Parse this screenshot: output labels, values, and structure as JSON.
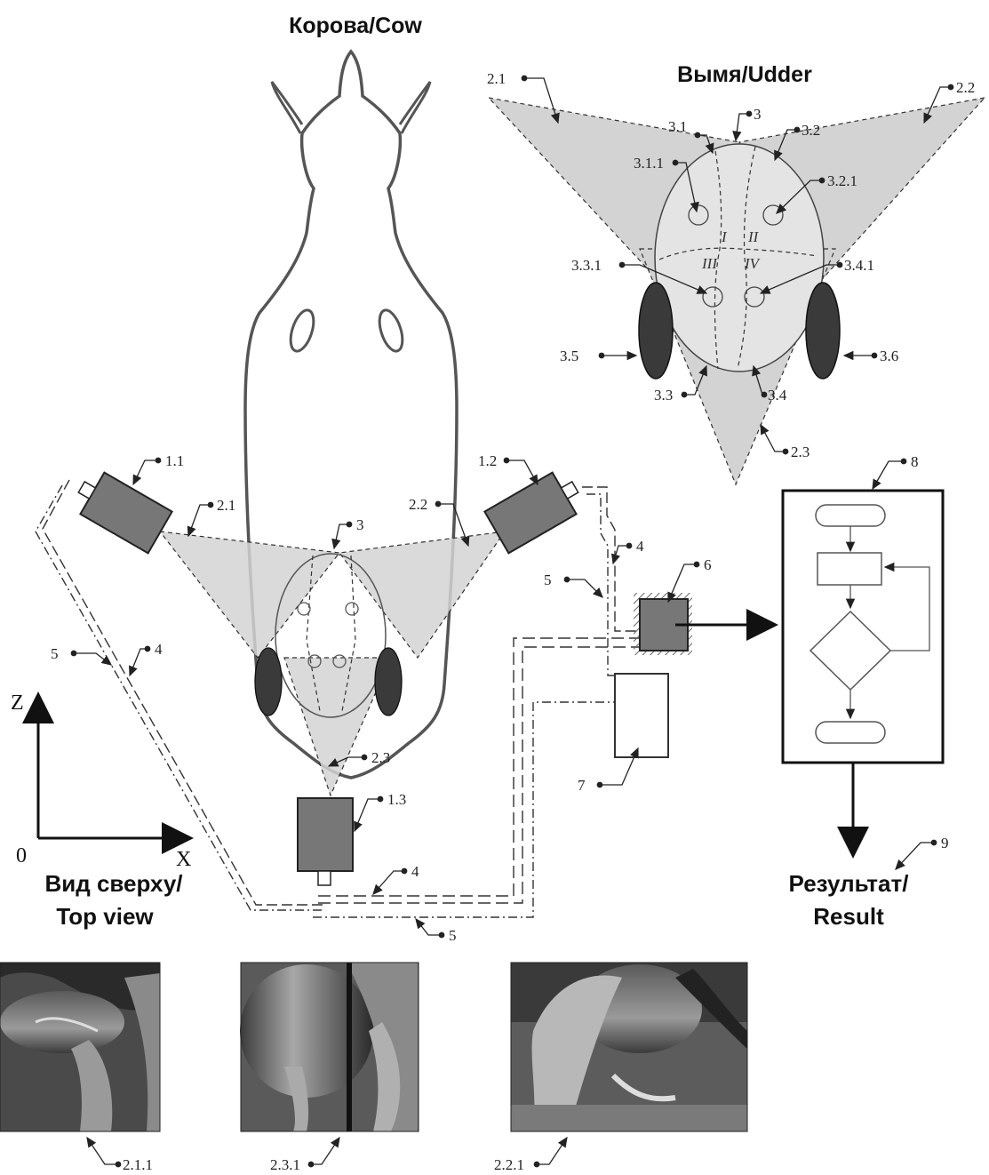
{
  "titles": {
    "cow": "Корова/Cow",
    "udder": "Вымя/Udder",
    "top_view_line1": "Вид сверху/",
    "top_view_line2": "Top view",
    "result_line1": "Результат/",
    "result_line2": "Result"
  },
  "axes": {
    "z": "Z",
    "x": "X",
    "origin": "0"
  },
  "udder_quarters": [
    "I",
    "II",
    "III",
    "IV"
  ],
  "labels": {
    "u_2_1": "2.1",
    "u_2_2": "2.2",
    "u_3_1": "3.1",
    "u_3": "3",
    "u_3_2": "3.2",
    "u_3_1_1": "3.1.1",
    "u_3_2_1": "3.2.1",
    "u_3_3_1": "3.3.1",
    "u_3_4_1": "3.4.1",
    "u_3_5": "3.5",
    "u_3_6": "3.6",
    "u_3_3": "3.3",
    "u_3_4": "3.4",
    "u_2_3": "2.3",
    "c_1_1": "1.1",
    "c_1_2": "1.2",
    "c_2_1": "2.1",
    "c_2_2": "2.2",
    "c_3": "3",
    "c_4_right": "4",
    "c_5_right": "5",
    "c_6": "6",
    "c_8": "8",
    "c_5_left": "5",
    "c_4_left": "4",
    "c_2_3": "2.3",
    "c_1_3": "1.3",
    "c_7": "7",
    "c_9": "9",
    "c_4_bottom": "4",
    "c_5_bottom": "5",
    "p_2_1_1": "2.1.1",
    "p_2_3_1": "2.3.1",
    "p_2_2_1": "2.2.1"
  },
  "photos": [
    {
      "name": "photo-2-1-1",
      "caption_key": "p_2_1_1"
    },
    {
      "name": "photo-2-3-1",
      "caption_key": "p_2_3_1"
    },
    {
      "name": "photo-2-2-1",
      "caption_key": "p_2_2_1"
    }
  ],
  "colors": {
    "camera": "#777777",
    "teat_outer": "#3a3a3a",
    "fov": "#d3d3d3",
    "line": "#555555"
  }
}
